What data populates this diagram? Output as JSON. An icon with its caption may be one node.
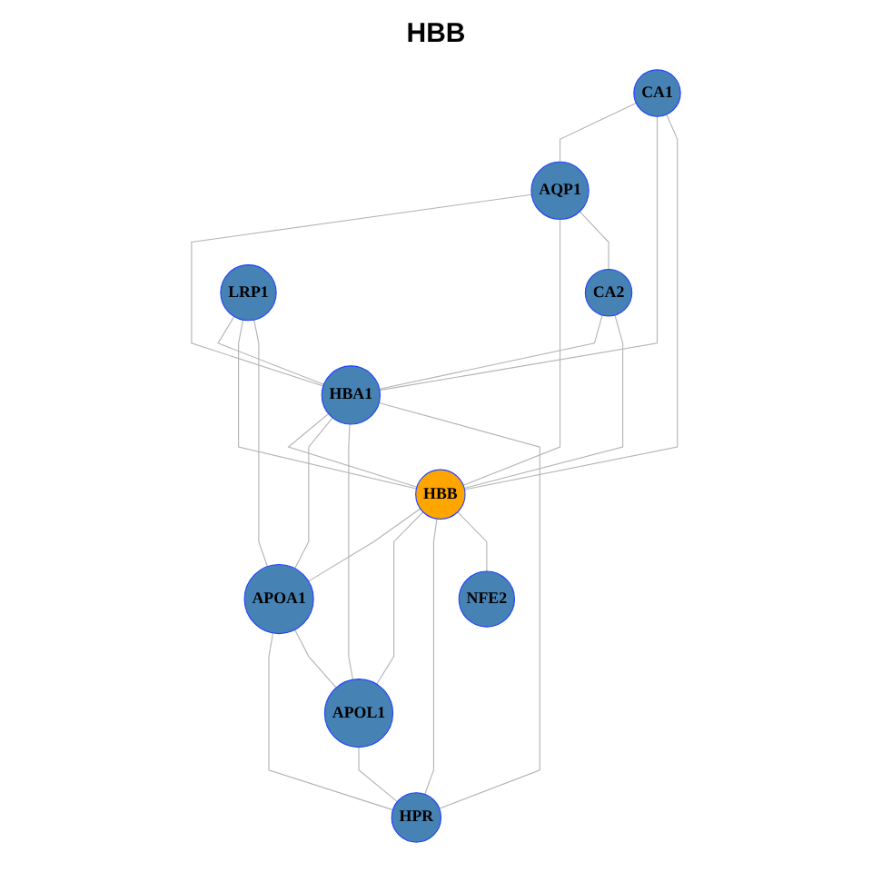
{
  "diagram": {
    "title": "HBB",
    "nodes": [
      {
        "text": [
          "CA1"
        ]
      },
      {
        "text": [
          "AQP1"
        ]
      },
      {
        "text": [
          "CA2"
        ]
      },
      {
        "text": [
          "HBA1"
        ]
      },
      {
        "text": [
          "LRP1"
        ]
      },
      {
        "text": [
          "HBB"
        ]
      },
      {
        "text": [
          "NFE2"
        ]
      },
      {
        "text": [
          "APOA1"
        ]
      },
      {
        "text": [
          "HPR"
        ]
      },
      {
        "text": [
          "APOL1"
        ]
      }
    ],
    "edges": [
      {
        "from": 0,
        "to": 1,
        "arrow": "none"
      },
      {
        "from": 0,
        "to": 3,
        "arrow": "none"
      },
      {
        "from": 0,
        "to": 5,
        "arrow": "none"
      },
      {
        "from": 1,
        "to": 3,
        "arrow": "none"
      },
      {
        "from": 1,
        "to": 5,
        "arrow": "none"
      },
      {
        "from": 1,
        "to": 2,
        "arrow": "none"
      },
      {
        "from": 2,
        "to": 3,
        "arrow": "none"
      },
      {
        "from": 2,
        "to": 5,
        "arrow": "none"
      },
      {
        "from": 4,
        "to": 3,
        "arrow": "none"
      },
      {
        "from": 4,
        "to": 5,
        "arrow": "none"
      },
      {
        "from": 4,
        "to": 7,
        "arrow": "none"
      },
      {
        "from": 3,
        "to": 5,
        "arrow": "none"
      },
      {
        "from": 3,
        "to": 7,
        "arrow": "none"
      },
      {
        "from": 3,
        "to": 9,
        "arrow": "none"
      },
      {
        "from": 3,
        "to": 8,
        "arrow": "none"
      },
      {
        "from": 5,
        "to": 7,
        "arrow": "none"
      },
      {
        "from": 5,
        "to": 9,
        "arrow": "none"
      },
      {
        "from": 5,
        "to": 8,
        "arrow": "none"
      },
      {
        "from": 5,
        "to": 6,
        "arrow": "none"
      },
      {
        "from": 7,
        "to": 8,
        "arrow": "none"
      },
      {
        "from": 7,
        "to": 9,
        "arrow": "none"
      },
      {
        "from": 9,
        "to": 8,
        "arrow": "none"
      }
    ]
  }
}
